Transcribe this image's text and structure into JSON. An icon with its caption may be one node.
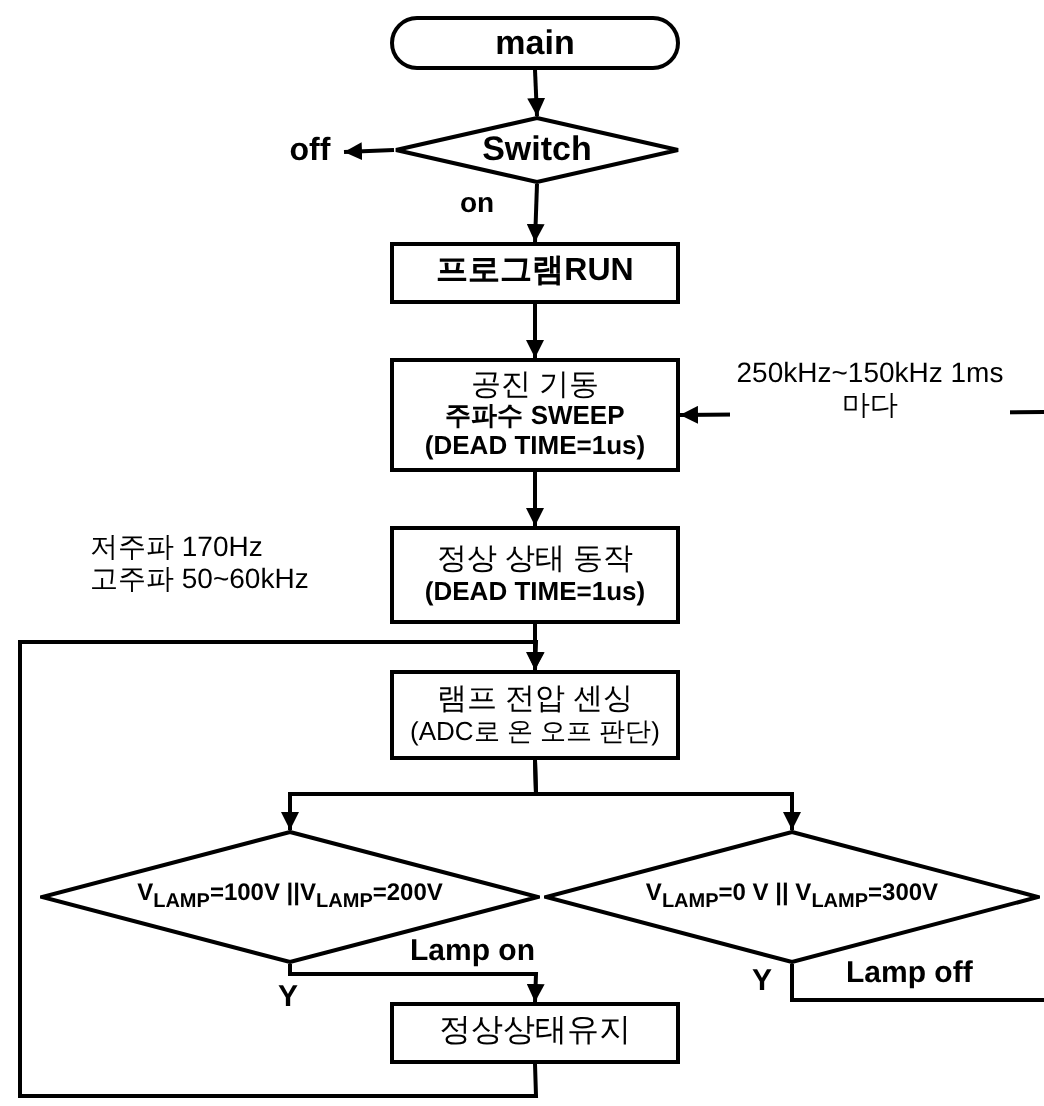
{
  "diagram": {
    "nodes": [
      {
        "text": [
          "main"
        ]
      },
      {
        "text": [
          "Switch"
        ]
      },
      {
        "text": [
          "off"
        ]
      },
      {
        "text": [
          "프로그램RUN"
        ]
      },
      {
        "text": [
          "공진 기동",
          "주파수 SWEEP",
          "(DEAD TIME=1us)"
        ]
      },
      {
        "text": [
          "정상 상태 동작",
          "(DEAD TIME=1us)"
        ],
        "beside": [
          "저주파 170Hz",
          "고주파 50~60kHz"
        ]
      },
      {
        "text": [
          "램프 전압 센싱",
          "(ADC로 온 오프 판단)"
        ]
      },
      {
        "text": [
          "V$_{LAMP}$=100V ||V$_{LAMP}$=200V"
        ]
      },
      {
        "text": [
          "V$_{LAMP}$=0 V || V$_{LAMP}$=300V"
        ]
      },
      {
        "text": [
          "정상상태유지"
        ]
      }
    ],
    "edges": [
      {
        "from": 0,
        "to": 1,
        "arrow": "to"
      },
      {
        "from": 1,
        "to": 2,
        "arrow": "to"
      },
      {
        "from": 1,
        "to": 3,
        "arrow": "to",
        "label": "on"
      },
      {
        "from": 3,
        "to": 4,
        "arrow": "to"
      },
      {
        "from": null,
        "to": 4,
        "arrow": "to",
        "label": "250kHz~150kHz 1ms 마다"
      },
      {
        "from": 4,
        "to": 5,
        "arrow": "to"
      },
      {
        "from": 5,
        "to": 6,
        "arrow": "to"
      },
      {
        "from": 6,
        "to": 7,
        "arrow": "to"
      },
      {
        "from": 6,
        "to": 8,
        "arrow": "to"
      },
      {
        "from": 7,
        "to": 9,
        "arrow": "to",
        "label": "Lamp on"
      },
      {
        "from": 8,
        "to": null,
        "arrow": "none",
        "label": "Lamp off"
      },
      {
        "from": 9,
        "to": 6,
        "arrow": "to"
      }
    ],
    "labels": [
      "Y",
      "Y"
    ]
  }
}
